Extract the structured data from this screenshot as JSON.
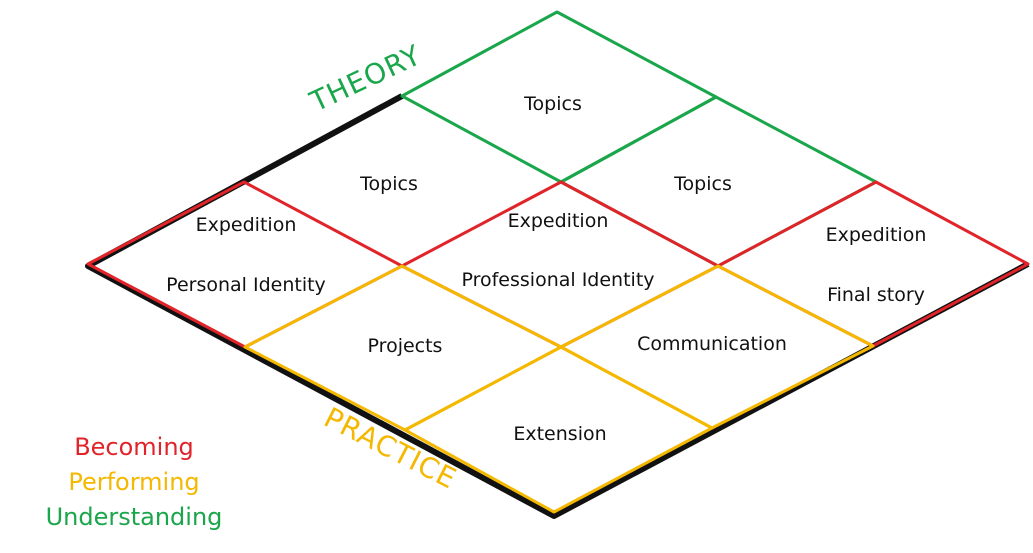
{
  "colors": {
    "becoming": "#e0242a",
    "performing": "#f5b800",
    "understanding": "#1aa64a",
    "outline": "#111111"
  },
  "axis": {
    "theory": "THEORY",
    "practice": "PRACTICE"
  },
  "cells": {
    "top_topics": "Topics",
    "left_topics": "Topics",
    "right_topics": "Topics",
    "left_expedition": "Expedition",
    "left_identity": "Personal Identity",
    "center_expedition": "Expedition",
    "center_identity": "Professional Identity",
    "right_expedition": "Expedition",
    "right_story": "Final story",
    "projects": "Projects",
    "communication": "Communication",
    "extension": "Extension"
  },
  "legend": {
    "becoming": "Becoming",
    "performing": "Performing",
    "understanding": "Understanding"
  }
}
